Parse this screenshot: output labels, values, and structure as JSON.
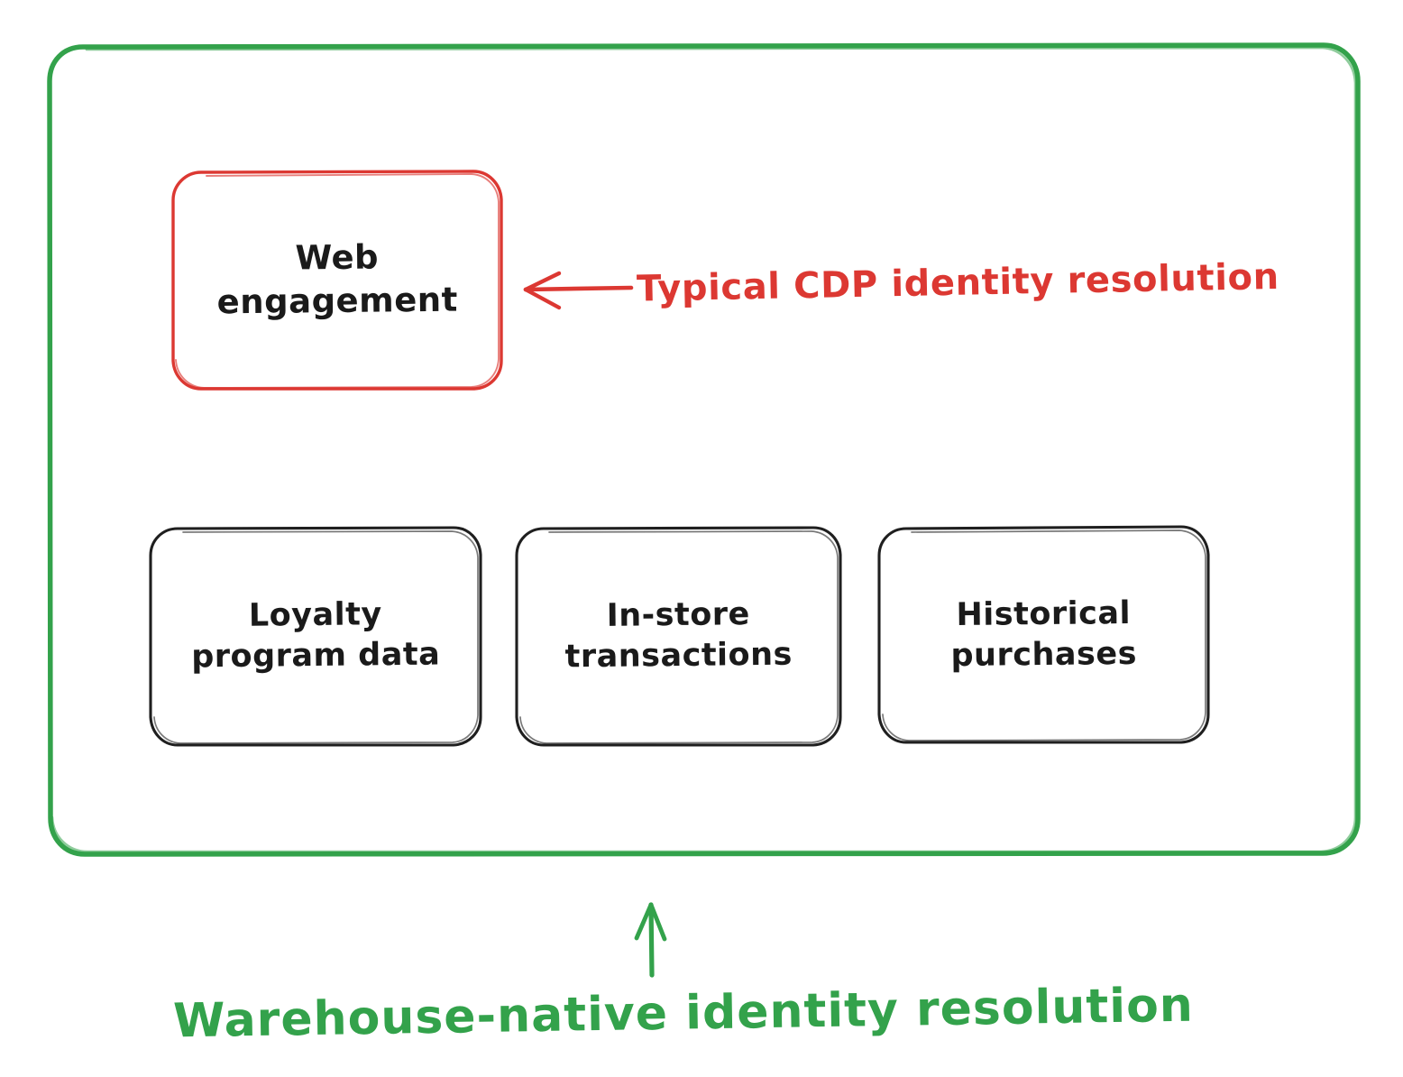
{
  "diagram": {
    "title": "Warehouse-native identity resolution",
    "colors": {
      "container_green": "#33a24b",
      "highlight_red": "#dc3832",
      "node_black": "#1f1f1f",
      "background": "#ffffff"
    },
    "container": {
      "name": "warehouse-native-container",
      "stroke": "#33a24b"
    },
    "nodes": [
      {
        "id": "web-engagement",
        "line1": "Web",
        "line2": "engagement",
        "stroke": "#dc3832",
        "highlighted": true
      },
      {
        "id": "loyalty-program-data",
        "line1": "Loyalty",
        "line2": "program data",
        "stroke": "#1f1f1f",
        "highlighted": false
      },
      {
        "id": "in-store-transactions",
        "line1": "In-store",
        "line2": "transactions",
        "stroke": "#1f1f1f",
        "highlighted": false
      },
      {
        "id": "historical-purchases",
        "line1": "Historical",
        "line2": "purchases",
        "stroke": "#1f1f1f",
        "highlighted": false
      }
    ],
    "annotations": [
      {
        "id": "typical-cdp",
        "text": "Typical CDP identity resolution",
        "color": "#dc3832",
        "arrow": "left-arrow",
        "points_to": "web-engagement"
      },
      {
        "id": "warehouse-native",
        "text": "Warehouse-native identity resolution",
        "color": "#33a24b",
        "arrow": "up-arrow",
        "points_to": "warehouse-native-container"
      }
    ]
  }
}
